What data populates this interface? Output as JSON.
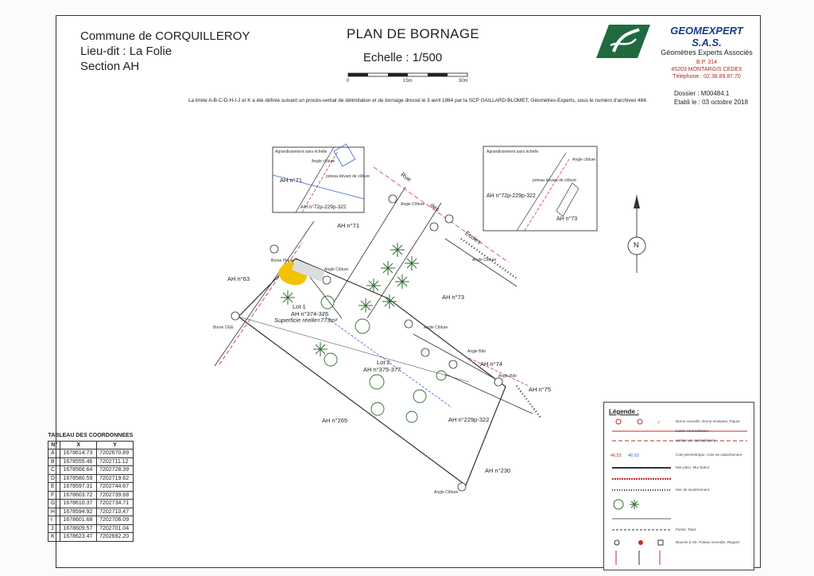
{
  "header": {
    "commune": "Commune de CORQUILLEROY",
    "lieu_dit": "Lieu-dit : La Folie",
    "section": "Section AH",
    "title": "PLAN DE BORNAGE",
    "echelle": "Echelle : 1/500",
    "scale_ticks": [
      "0",
      "15m",
      "30m"
    ]
  },
  "company": {
    "name": "GEOMEXPERT S.A.S.",
    "subtitle": "Géomètres Experts Associés",
    "bp": "B.P. 314",
    "city": "45203 MONTARGIS CEDEX",
    "phone": "Téléphone : 02.38.89.87.70"
  },
  "note": "La limite A-B-C-D-H-I-J et K a été définie suivant un procès-verbal de délimitation et de bornage dressé le 3 avril 1984 par la SCP GAILLARD-BLOMET, Géomètres-Experts, sous le numéro d'archives 484.",
  "dossier": {
    "number": "Dossier : M00484.1",
    "date": "Etabli le : 03 octobre 2018"
  },
  "parcels": {
    "ah71": "AH n°71",
    "ah63": "AH n°63",
    "ah73": "AH n°73",
    "ah74": "AH n°74",
    "ah75": "AH n°75",
    "ah265": "AH n°265",
    "ah229": "AH n°229p-322",
    "ah230": "AH n°230",
    "ah72": "AH n°72p-229p-322"
  },
  "lots": {
    "lot1": "Lot 1",
    "lot1_ref": "AH n°374-376",
    "lot1_area": "Superficie réelle=773m²",
    "lot2": "Lot 2",
    "lot2_ref": "AH n°375-377"
  },
  "annotations": {
    "borne_plante": "Borne Plante",
    "borne_oge": "Borne OGE",
    "angle_cloture": "Angle Clôture",
    "angle_bati": "Angle Bâti",
    "rue": "Rue",
    "des": "des",
    "ecoles": "Ecoles"
  },
  "inset": {
    "label": "Agrandissement sans échelle",
    "angle_cloture": "Angle clôture",
    "poteau": "poteau dévant de clôture"
  },
  "compass": "N",
  "coord_table": {
    "caption": "TABLEAU DES COORDONNEES",
    "headers": [
      "N°",
      "X",
      "Y"
    ],
    "rows": [
      [
        "A",
        "1678614.73",
        "7202670.89"
      ],
      [
        "B",
        "1678555.46",
        "7202711.12"
      ],
      [
        "C",
        "1678566.64",
        "7202728.39"
      ],
      [
        "D",
        "1678580.59",
        "7202719.62"
      ],
      [
        "E",
        "1678597.31",
        "7202744.67"
      ],
      [
        "F",
        "1678603.72",
        "7202739.68"
      ],
      [
        "G",
        "1678610.37",
        "7202734.71"
      ],
      [
        "H",
        "1678594.92",
        "7202710.47"
      ],
      [
        "I",
        "1678601.68",
        "7202706.09"
      ],
      [
        "J",
        "1678609.57",
        "7202701.04"
      ],
      [
        "K",
        "1678623.47",
        "7202692.20"
      ]
    ]
  },
  "legend": {
    "title": "Légende :",
    "items": [
      "Borne nouvelle, Borne existante, Piquet",
      "Limite contradictoire",
      "Limite non contradictoire",
      "Cote périmétrique, Cote de rattachement",
      "Mur plein, Mur bahut",
      "Mur de soutènement",
      "Fossé, Talus",
      "Bouche à clé, Poteau incendie, Regard"
    ],
    "sample_values": [
      "46.52",
      "46.52"
    ]
  },
  "colors": {
    "boundary": "#c62828",
    "blue": "#3b5bd6",
    "yellow": "#f2c200",
    "logo": "#1f6b3f",
    "company": "#1a3a8a"
  }
}
